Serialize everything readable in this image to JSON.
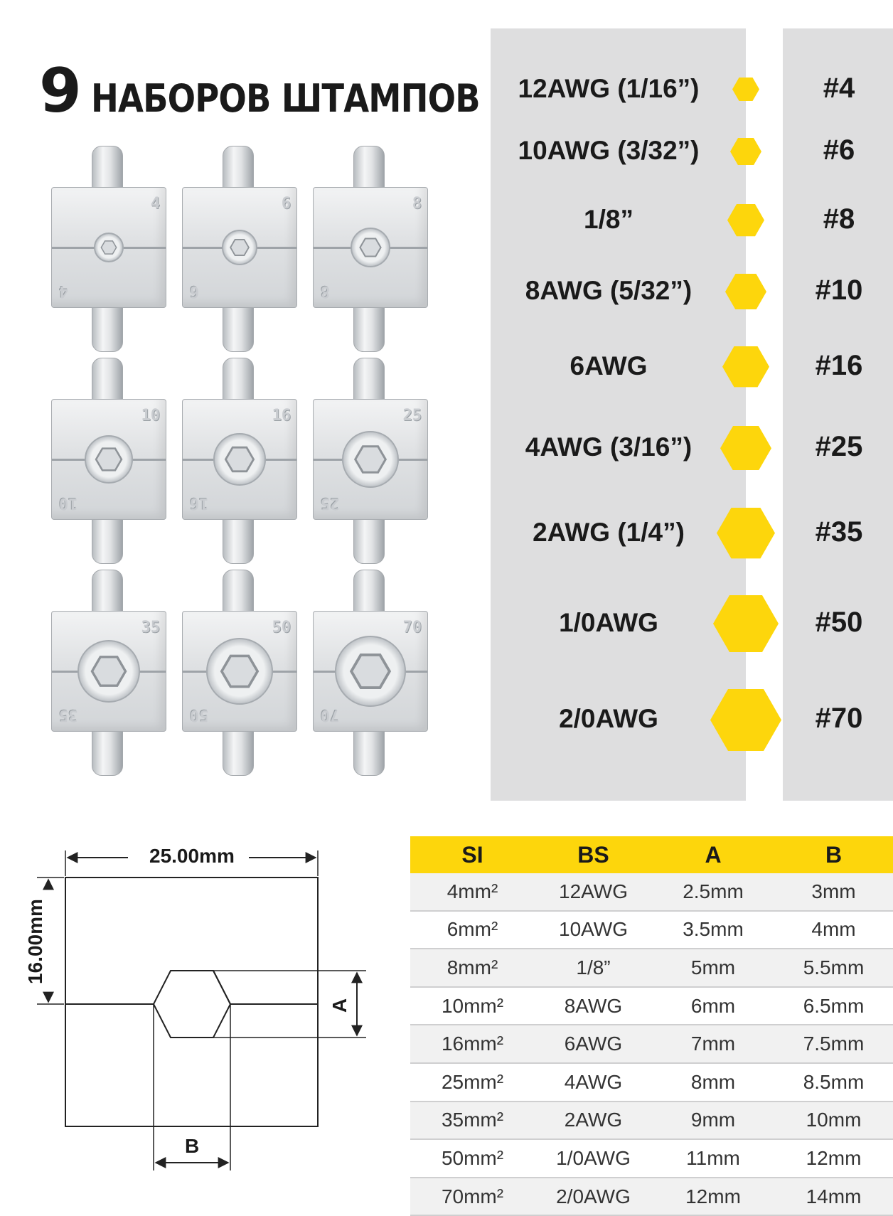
{
  "title": {
    "number": "9",
    "text": "НАБОРОВ ШТАМПОВ"
  },
  "dies": [
    {
      "size": "4"
    },
    {
      "size": "6"
    },
    {
      "size": "8"
    },
    {
      "size": "10"
    },
    {
      "size": "16"
    },
    {
      "size": "25"
    },
    {
      "size": "35"
    },
    {
      "size": "50"
    },
    {
      "size": "70"
    }
  ],
  "gauges": [
    {
      "awg": "12AWG (1/16”)",
      "die": "#4"
    },
    {
      "awg": "10AWG (3/32”)",
      "die": "#6"
    },
    {
      "awg": "1/8”",
      "die": "#8"
    },
    {
      "awg": "8AWG (5/32”)",
      "die": "#10"
    },
    {
      "awg": "6AWG",
      "die": "#16"
    },
    {
      "awg": "4AWG (3/16”)",
      "die": "#25"
    },
    {
      "awg": "2AWG (1/4”)",
      "die": "#35"
    },
    {
      "awg": "1/0AWG",
      "die": "#50"
    },
    {
      "awg": "2/0AWG",
      "die": "#70"
    }
  ],
  "hex_color": "#fdd60c",
  "drawing": {
    "width_label": "25.00mm",
    "height_label": "16.00mm",
    "a_label": "A",
    "b_label": "B"
  },
  "table": {
    "headers": [
      "SI",
      "BS",
      "A",
      "B"
    ],
    "rows": [
      [
        "4mm²",
        "12AWG",
        "2.5mm",
        "3mm"
      ],
      [
        "6mm²",
        "10AWG",
        "3.5mm",
        "4mm"
      ],
      [
        "8mm²",
        "1/8”",
        "5mm",
        "5.5mm"
      ],
      [
        "10mm²",
        "8AWG",
        "6mm",
        "6.5mm"
      ],
      [
        "16mm²",
        "6AWG",
        "7mm",
        "7.5mm"
      ],
      [
        "25mm²",
        "4AWG",
        "8mm",
        "8.5mm"
      ],
      [
        "35mm²",
        "2AWG",
        "9mm",
        "10mm"
      ],
      [
        "50mm²",
        "1/0AWG",
        "11mm",
        "12mm"
      ],
      [
        "70mm²",
        "2/0AWG",
        "12mm",
        "14mm"
      ]
    ]
  }
}
